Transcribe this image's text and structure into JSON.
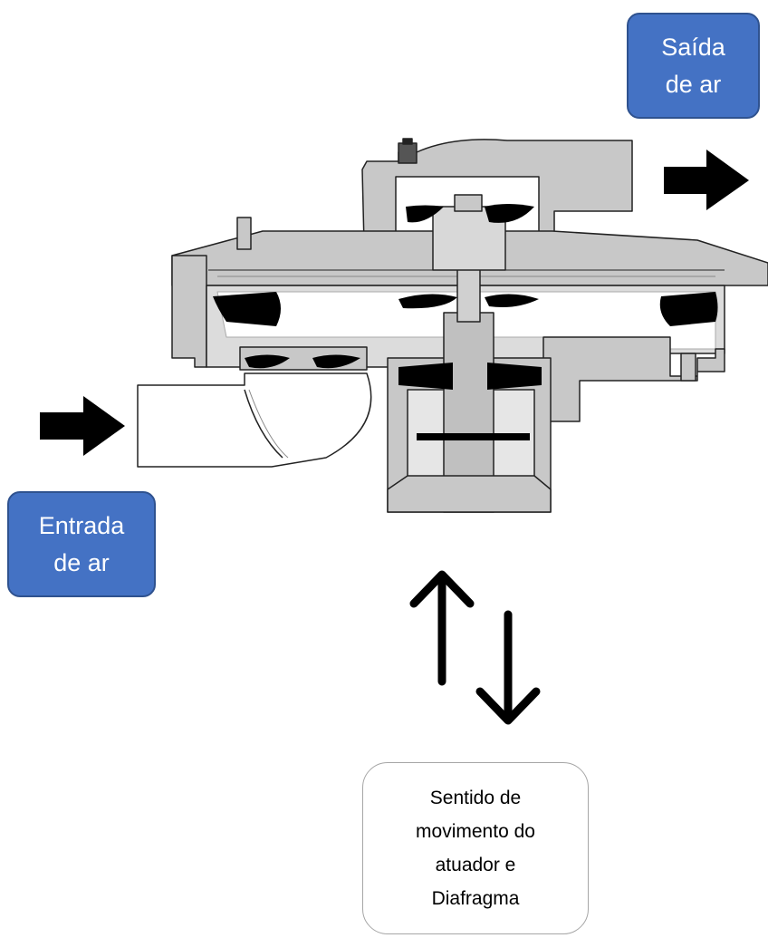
{
  "labels": {
    "saida_line1": "Saída",
    "saida_line2": "de ar",
    "entrada_line1": "Entrada",
    "entrada_line2": "de ar",
    "sentido_line1": "Sentido de",
    "sentido_line2": "movimento do",
    "sentido_line3": "atuador e",
    "sentido_line4": "Diafragma"
  },
  "colors": {
    "label_fill": "#4472c4",
    "label_border": "#2f528f",
    "body_gray": "#c8c8c8",
    "outline": "#222222",
    "seal": "#000000"
  }
}
